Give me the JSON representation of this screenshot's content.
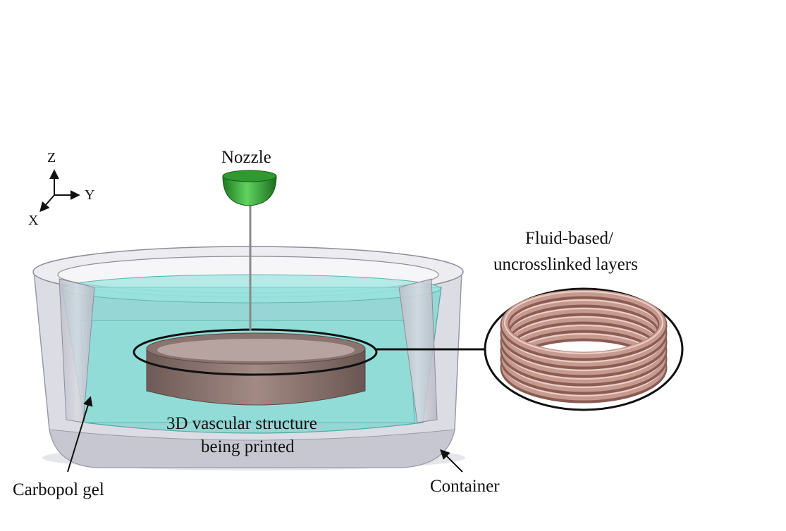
{
  "axes": {
    "z": "Z",
    "y": "Y",
    "x": "X"
  },
  "labels": {
    "nozzle": "Nozzle",
    "fluid_line1": "Fluid-based/",
    "fluid_line2": "uncrosslinked layers",
    "structure_line1": "3D vascular structure",
    "structure_line2": "being printed",
    "gel": "Carbopol gel",
    "container": "Container"
  },
  "colors": {
    "nozzle": "#2e9e2e",
    "gel": "#7fd6d0",
    "container": "#c9c9d2",
    "structure": "#8c706a",
    "layers": "#c79a90"
  },
  "inset": {
    "layer_count": 6
  }
}
